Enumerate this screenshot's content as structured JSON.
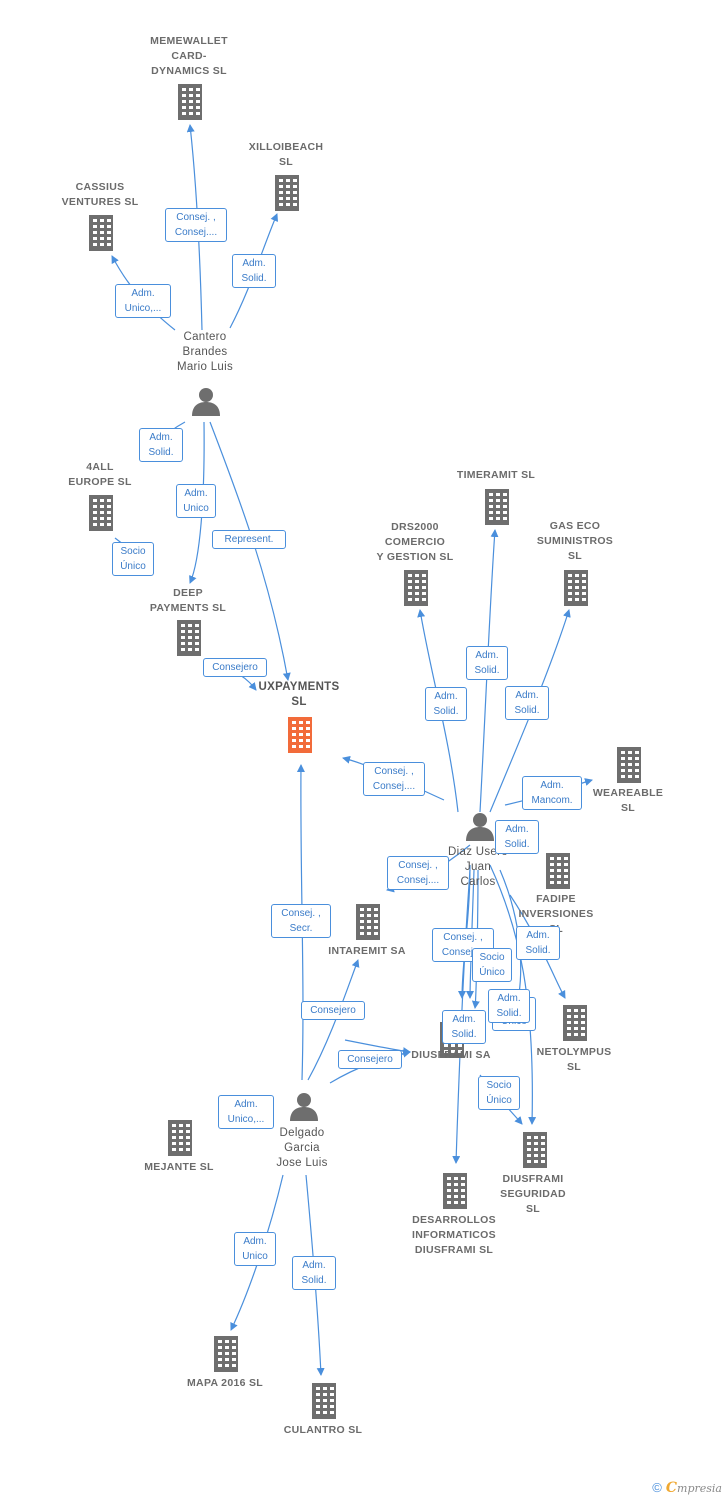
{
  "colors": {
    "edge": "#4a8fdc",
    "company": "#6e6e6e",
    "main_company": "#f26b3a",
    "person": "#6e6e6e"
  },
  "nodes": [
    {
      "id": "memewallet",
      "kind": "company",
      "label": "MEMEWALLET\nCARD-\nDYNAMICS SL",
      "icon": "building-icon"
    },
    {
      "id": "xilloibeach",
      "kind": "company",
      "label": "XILLOIBEACH\nSL",
      "icon": "building-icon"
    },
    {
      "id": "cassius",
      "kind": "company",
      "label": "CASSIUS\nVENTURES SL",
      "icon": "building-icon"
    },
    {
      "id": "cantero",
      "kind": "person",
      "label": "Cantero\nBrandes\nMario Luis",
      "icon": "person-icon"
    },
    {
      "id": "4all",
      "kind": "company",
      "label": "4ALL\nEUROPE SL",
      "icon": "building-icon"
    },
    {
      "id": "deep",
      "kind": "company",
      "label": "DEEP\nPAYMENTS SL",
      "icon": "building-icon"
    },
    {
      "id": "uxpayments",
      "kind": "main",
      "label": "UXPAYMENTS\nSL",
      "icon": "building-icon"
    },
    {
      "id": "timeramit",
      "kind": "company",
      "label": "TIMERAMIT SL",
      "icon": "building-icon"
    },
    {
      "id": "drs2000",
      "kind": "company",
      "label": "DRS2000\nCOMERCIO\nY GESTION SL",
      "icon": "building-icon"
    },
    {
      "id": "gaseco",
      "kind": "company",
      "label": "GAS ECO\nSUMINISTROS\nSL",
      "icon": "building-icon"
    },
    {
      "id": "weareable",
      "kind": "company",
      "label": "WEAREABLE\nSL",
      "icon": "building-icon"
    },
    {
      "id": "diaz",
      "kind": "person",
      "label": "Diaz Usero\nJuan\nCarlos",
      "icon": "person-icon"
    },
    {
      "id": "fadipe",
      "kind": "company",
      "label": "FADIPE\nINVERSIONES\nSL",
      "icon": "building-icon"
    },
    {
      "id": "intaremit",
      "kind": "company",
      "label": "INTAREMIT SA",
      "icon": "building-icon"
    },
    {
      "id": "netolympus",
      "kind": "company",
      "label": "NETOLYMPUS\nSL",
      "icon": "building-icon"
    },
    {
      "id": "diusframi",
      "kind": "company",
      "label": "DIUSFRAMI SA",
      "icon": "building-icon"
    },
    {
      "id": "delgado",
      "kind": "person",
      "label": "Delgado\nGarcia\nJose Luis",
      "icon": "person-icon"
    },
    {
      "id": "mejante",
      "kind": "company",
      "label": "MEJANTE SL",
      "icon": "building-icon"
    },
    {
      "id": "diusframi_seg",
      "kind": "company",
      "label": "DIUSFRAMI\nSEGURIDAD\nSL",
      "icon": "building-icon"
    },
    {
      "id": "desarrollos",
      "kind": "company",
      "label": "DESARROLLOS\nINFORMATICOS\nDIUSFRAMI SL",
      "icon": "building-icon"
    },
    {
      "id": "mapa",
      "kind": "company",
      "label": "MAPA 2016 SL",
      "icon": "building-icon"
    },
    {
      "id": "culantro",
      "kind": "company",
      "label": "CULANTRO SL",
      "icon": "building-icon"
    }
  ],
  "edge_labels": [
    "Consej. ,\nConsej....",
    "Adm.\nSolid.",
    "Adm.\nUnico,...",
    "Adm.\nSolid.",
    "Adm.\nUnico",
    "Represent.",
    "Socio\nÚnico",
    "Consejero",
    "Adm.\nSolid.",
    "Adm.\nSolid.",
    "Adm.\nSolid.",
    "Consej. ,\nConsej....",
    "Adm.\nMancom.",
    "Adm.\nSolid.",
    "Consej. ,\nConsej....",
    "Consej. ,\nSecr.",
    "Consej. ,\nConsej....",
    "Adm.\nSolid.",
    "Socio\nÚnico",
    "Socio\nÚnico",
    "Adm.\nSolid.",
    "Consejero",
    "Adm.\nSolid.",
    "Consejero",
    "Adm.\nUnico,...",
    "Socio\nÚnico",
    "Adm.\nUnico",
    "Adm.\nSolid."
  ],
  "footer": {
    "copyright": "©",
    "brand_initial": "C",
    "brand_rest": "mpresia"
  }
}
